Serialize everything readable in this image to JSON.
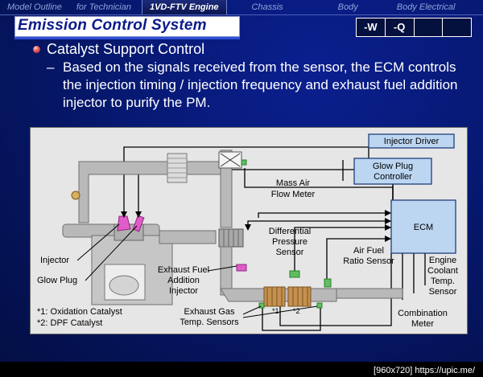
{
  "nav": {
    "items": [
      {
        "label": "Model Outline"
      },
      {
        "label": "for Technician"
      },
      {
        "label": "1VD-FTV Engine"
      },
      {
        "label": "Chassis"
      },
      {
        "label": "Body"
      },
      {
        "label": "Body Electrical"
      }
    ]
  },
  "header": {
    "title": "Emission Control System",
    "model_codes": [
      "-W",
      "-Q",
      "",
      ""
    ]
  },
  "content": {
    "bullet": "Catalyst Support Control",
    "sub_dash": "–",
    "sub_text": "Based on the signals received from the sensor, the ECM controls the injection timing / injection frequency and exhaust fuel addition injector to purify the PM."
  },
  "diagram": {
    "labels": {
      "injector_driver": "Injector Driver",
      "glow_plug_controller_1": "Glow Plug",
      "glow_plug_controller_2": "Controller",
      "ecm": "ECM",
      "mass_air_flow_meter_1": "Mass Air",
      "mass_air_flow_meter_2": "Flow Meter",
      "differential_pressure_sensor_1": "Differential",
      "differential_pressure_sensor_2": "Pressure",
      "differential_pressure_sensor_3": "Sensor",
      "air_fuel_ratio_sensor_1": "Air Fuel",
      "air_fuel_ratio_sensor_2": "Ratio Sensor",
      "engine_coolant_temp_sensor_1": "Engine",
      "engine_coolant_temp_sensor_2": "Coolant",
      "engine_coolant_temp_sensor_3": "Temp.",
      "engine_coolant_temp_sensor_4": "Sensor",
      "injector": "Injector",
      "glow_plug": "Glow Plug",
      "exhaust_fuel_addition_injector_1": "Exhaust Fuel",
      "exhaust_fuel_addition_injector_2": "Addition",
      "exhaust_fuel_addition_injector_3": "Injector",
      "exhaust_gas_temp_sensors_1": "Exhaust Gas",
      "exhaust_gas_temp_sensors_2": "Temp. Sensors",
      "combination_meter_1": "Combination",
      "combination_meter_2": "Meter",
      "catalyst_mark_1": "*1",
      "catalyst_mark_2": "*2"
    },
    "legend": {
      "oxidation": "*1: Oxidation Catalyst",
      "dpf": "*2: DPF Catalyst"
    }
  },
  "watermark": "[960x720] https://upic.me/"
}
